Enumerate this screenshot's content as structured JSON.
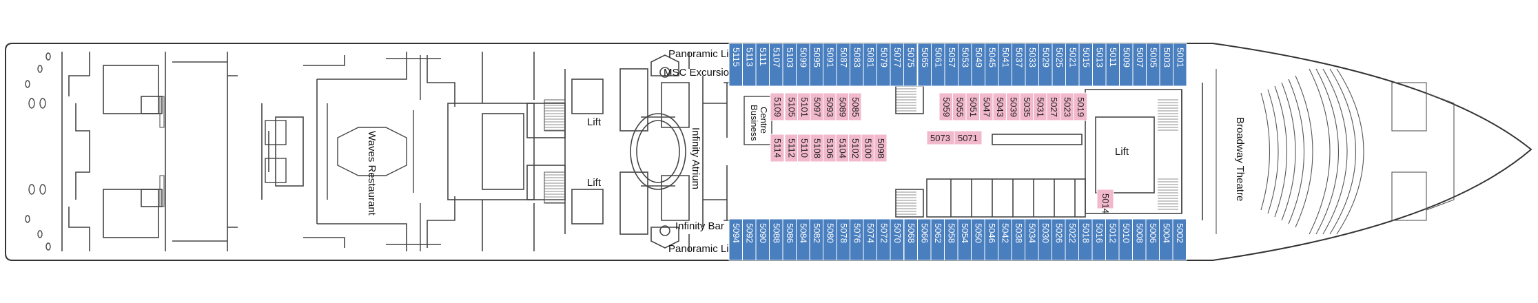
{
  "colors": {
    "balcony_cabin": "#4a7fbf",
    "inside_cabin": "#f2b8cc",
    "hull_line": "#333333",
    "wall": "#444444"
  },
  "labels": {
    "panoramic_lift_top": "Panoramic Lift",
    "panoramic_lift_bottom": "Panoramic Lift",
    "msc_excursions": "MSC Excursions",
    "infinity_bar": "Infinity Bar",
    "infinity_atrium": "Infinity Atrium",
    "waves_restaurant": "Waves Restaurant",
    "business_centre_line1": "Business",
    "business_centre_line2": "Centre",
    "lift_left_top": "Lift",
    "lift_left_bottom": "Lift",
    "lift_right": "Lift",
    "broadway_theatre": "Broadway Theatre"
  },
  "cabins": {
    "top_aft": [
      "5115",
      "5113",
      "5111",
      "5107",
      "5103",
      "5099",
      "5095",
      "5091",
      "5087",
      "5083",
      "5081",
      "5079",
      "5077",
      "5075"
    ],
    "top_fwd": [
      "5065",
      "5061",
      "5057",
      "5053",
      "5049",
      "5045",
      "5041",
      "5037",
      "5033",
      "5029",
      "5025",
      "5021",
      "5015",
      "5013",
      "5011",
      "5009",
      "5007",
      "5005",
      "5003",
      "5001"
    ],
    "bottom_aft": [
      "5094",
      "5092",
      "5090",
      "5088",
      "5086",
      "5084",
      "5082",
      "5080",
      "5078",
      "5076",
      "5074",
      "5072",
      "5070"
    ],
    "bottom_fwd": [
      "5068",
      "5066",
      "5062",
      "5058",
      "5054",
      "5050",
      "5046",
      "5042",
      "5038",
      "5034",
      "5030",
      "5026",
      "5022",
      "5018",
      "5016",
      "5012",
      "5010",
      "5008",
      "5006",
      "5004",
      "5002"
    ],
    "inner_top_row1": [
      "5105",
      "5101",
      "5097",
      "5093",
      "5089",
      "5085"
    ],
    "inner_top_row1_last": "5109",
    "inner_bottom_row": [
      "5112",
      "5110",
      "5108",
      "5106",
      "5104",
      "5102",
      "5100",
      "5098"
    ],
    "inner_bottom_first": "5114",
    "inner_fwd_row": [
      "5059",
      "5055",
      "5051",
      "5047",
      "5043",
      "5039",
      "5035",
      "5031",
      "5027",
      "5023",
      "5019"
    ],
    "inner_fwd_horizontal": [
      "5073",
      "5071"
    ],
    "special": "5014"
  }
}
